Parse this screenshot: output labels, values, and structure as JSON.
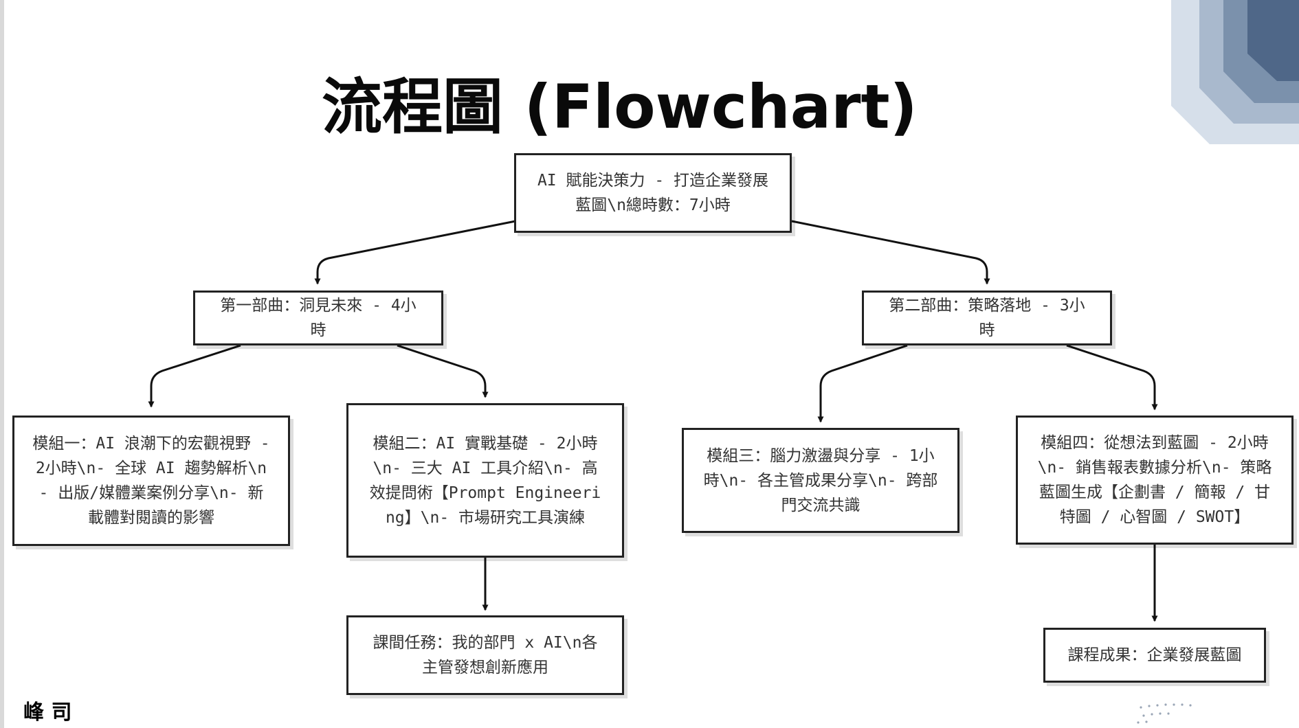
{
  "title": "流程圖 (Flowchart)",
  "nodes": {
    "root": "AI 賦能決策力 - 打造企業發展藍圖\\n總時數：7小時",
    "part1": "第一部曲：洞見未來 - 4小時",
    "part2": "第二部曲：策略落地 - 3小時",
    "module1": "模組一：AI 浪潮下的宏觀視野 - 2小時\\n- 全球 AI 趨勢解析\\n- 出版/媒體業案例分享\\n- 新載體對閱讀的影響",
    "module2": "模組二：AI 實戰基礎 - 2小時\\n- 三大 AI 工具介紹\\n- 高效提問術【Prompt Engineering】\\n- 市場研究工具演練",
    "module3": "模組三：腦力激盪與分享 - 1小時\\n- 各主管成果分享\\n- 跨部門交流共識",
    "module4": "模組四：從想法到藍圖 - 2小時\\n- 銷售報表數據分析\\n- 策略藍圖生成【企劃書 / 簡報 / 甘特圖 / 心智圖 / SWOT】",
    "task": "課間任務：我的部門 x AI\\n各主管發想創新應用",
    "outcome": "課程成果：企業發展藍圖"
  },
  "edges": [
    [
      "root",
      "part1"
    ],
    [
      "root",
      "part2"
    ],
    [
      "part1",
      "module1"
    ],
    [
      "part1",
      "module2"
    ],
    [
      "part2",
      "module3"
    ],
    [
      "part2",
      "module4"
    ],
    [
      "module2",
      "task"
    ],
    [
      "module4",
      "outcome"
    ]
  ],
  "footer_mark": "峰 司",
  "colors": {
    "node_border": "#222222",
    "edge": "#111111",
    "node_text": "#333333",
    "deco_outer": "#d6dfea",
    "deco_mid": "#a9b9cd",
    "deco_inner": "#7b91ac",
    "deco_core": "#4f6788"
  }
}
